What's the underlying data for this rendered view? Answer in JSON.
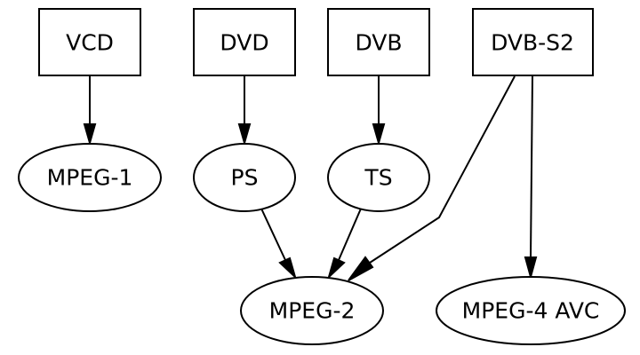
{
  "diagram": {
    "type": "directed-graph",
    "nodes": [
      {
        "id": "vcd",
        "label": "VCD",
        "shape": "box"
      },
      {
        "id": "dvd",
        "label": "DVD",
        "shape": "box"
      },
      {
        "id": "dvb",
        "label": "DVB",
        "shape": "box"
      },
      {
        "id": "dvbs2",
        "label": "DVB-S2",
        "shape": "box"
      },
      {
        "id": "mpeg1",
        "label": "MPEG-1",
        "shape": "ellipse"
      },
      {
        "id": "ps",
        "label": "PS",
        "shape": "ellipse"
      },
      {
        "id": "ts",
        "label": "TS",
        "shape": "ellipse"
      },
      {
        "id": "mpeg2",
        "label": "MPEG-2",
        "shape": "ellipse"
      },
      {
        "id": "mpeg4avc",
        "label": "MPEG-4 AVC",
        "shape": "ellipse"
      }
    ],
    "edges": [
      {
        "from": "vcd",
        "to": "mpeg1"
      },
      {
        "from": "dvd",
        "to": "ps"
      },
      {
        "from": "dvb",
        "to": "ts"
      },
      {
        "from": "ps",
        "to": "mpeg2"
      },
      {
        "from": "ts",
        "to": "mpeg2"
      },
      {
        "from": "dvbs2",
        "to": "mpeg2"
      },
      {
        "from": "dvbs2",
        "to": "mpeg4avc"
      }
    ],
    "colors": {
      "stroke": "#000000",
      "fill": "#ffffff",
      "text": "#000000"
    }
  }
}
